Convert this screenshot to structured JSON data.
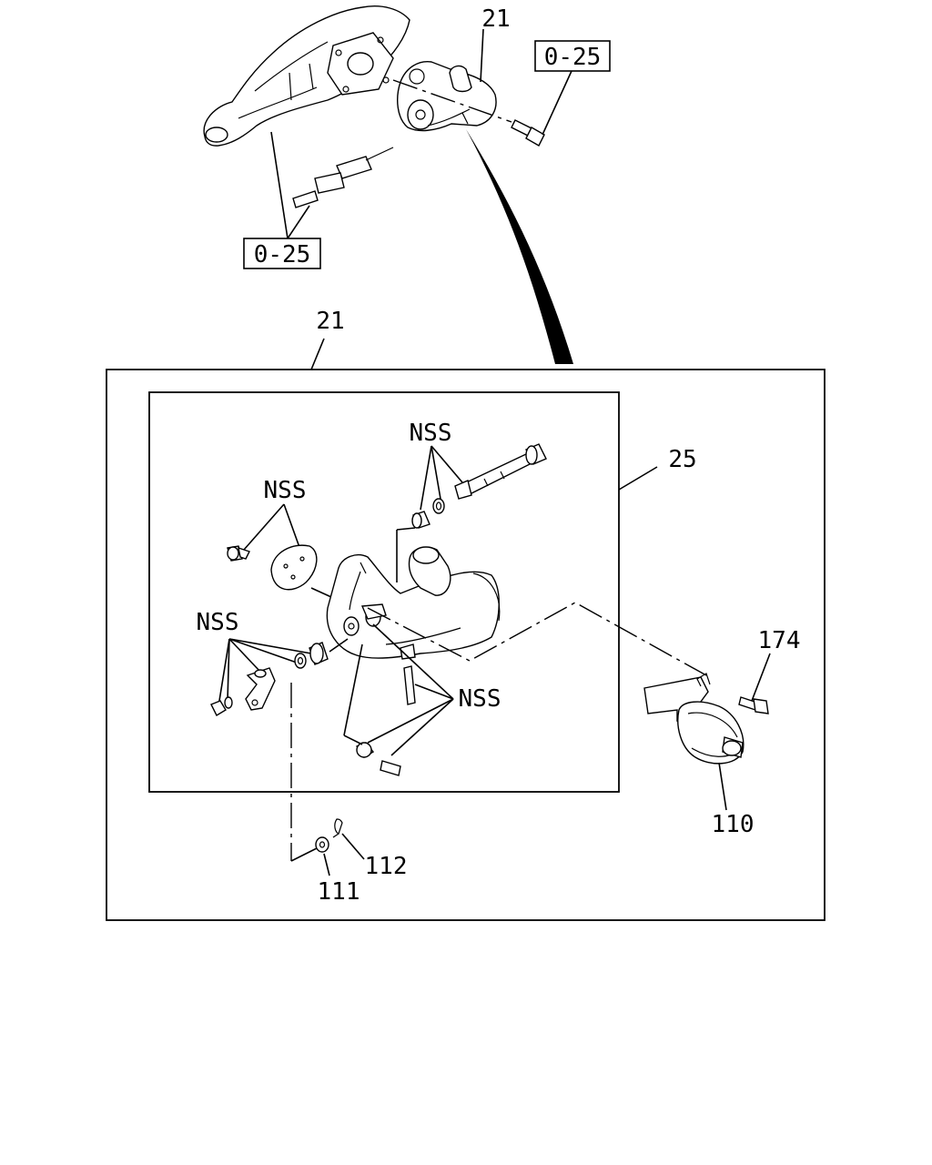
{
  "callouts": {
    "top_ref_right": "0-25",
    "top_ref_left": "0-25",
    "top_part": "21",
    "assembly": "21",
    "inner_box": "25",
    "nss_top": "NSS",
    "nss_left": "NSS",
    "nss_lower_left": "NSS",
    "nss_lower_right": "NSS",
    "actuator_bolt": "174",
    "actuator": "110",
    "washer": "111",
    "pin": "112"
  }
}
